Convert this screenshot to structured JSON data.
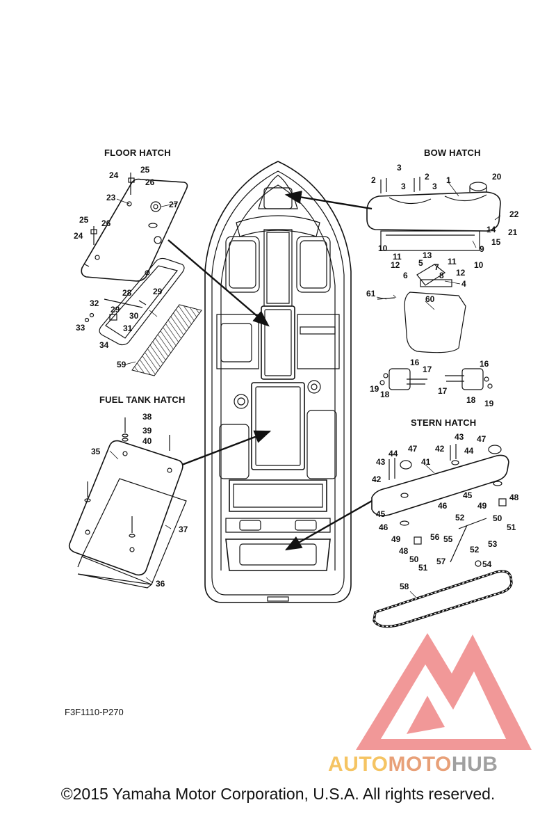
{
  "titles": {
    "floor_hatch": "FLOOR HATCH",
    "bow_hatch": "BOW HATCH",
    "fuel_tank_hatch": "FUEL TANK HATCH",
    "stern_hatch": "STERN HATCH"
  },
  "diagram_code": "F3F1110-P270",
  "copyright": "©2015 Yamaha Motor Corporation, U.S.A. All rights reserved.",
  "watermark": {
    "part1": "AUTO",
    "part2": "MOTO",
    "part3": "HUB",
    "color_logo": "#f08d8d",
    "color_auto": "#f5c463",
    "color_moto": "#e8a078",
    "color_hub": "#a0a0a0"
  },
  "callouts": [
    {
      "n": "1"
    },
    {
      "n": "2"
    },
    {
      "n": "3"
    },
    {
      "n": "4"
    },
    {
      "n": "5"
    },
    {
      "n": "6"
    },
    {
      "n": "7"
    },
    {
      "n": "8"
    },
    {
      "n": "9"
    },
    {
      "n": "10"
    },
    {
      "n": "11"
    },
    {
      "n": "12"
    },
    {
      "n": "13"
    },
    {
      "n": "14"
    },
    {
      "n": "15"
    },
    {
      "n": "16"
    },
    {
      "n": "17"
    },
    {
      "n": "18"
    },
    {
      "n": "19"
    },
    {
      "n": "20"
    },
    {
      "n": "21"
    },
    {
      "n": "22"
    },
    {
      "n": "23"
    },
    {
      "n": "24"
    },
    {
      "n": "25"
    },
    {
      "n": "26"
    },
    {
      "n": "27"
    },
    {
      "n": "28"
    },
    {
      "n": "29"
    },
    {
      "n": "30"
    },
    {
      "n": "31"
    },
    {
      "n": "32"
    },
    {
      "n": "33"
    },
    {
      "n": "34"
    },
    {
      "n": "35"
    },
    {
      "n": "36"
    },
    {
      "n": "37"
    },
    {
      "n": "38"
    },
    {
      "n": "39"
    },
    {
      "n": "40"
    },
    {
      "n": "41"
    },
    {
      "n": "42"
    },
    {
      "n": "43"
    },
    {
      "n": "44"
    },
    {
      "n": "45"
    },
    {
      "n": "46"
    },
    {
      "n": "47"
    },
    {
      "n": "48"
    },
    {
      "n": "49"
    },
    {
      "n": "50"
    },
    {
      "n": "51"
    },
    {
      "n": "52"
    },
    {
      "n": "53"
    },
    {
      "n": "54"
    },
    {
      "n": "55"
    },
    {
      "n": "56"
    },
    {
      "n": "57"
    },
    {
      "n": "58"
    },
    {
      "n": "59"
    },
    {
      "n": "60"
    },
    {
      "n": "61"
    }
  ],
  "repeat_callouts": {
    "r2": "2",
    "r3a": "3",
    "r3b": "3",
    "r10": "10",
    "r11": "11",
    "r12": "12",
    "r16": "16",
    "r17": "17",
    "r18": "18",
    "r19": "19",
    "r24": "24",
    "r25": "25",
    "r26": "26",
    "r29": "29",
    "r42": "42",
    "r43": "43",
    "r44": "44",
    "r45": "45",
    "r46": "46",
    "r47": "47",
    "r48": "48",
    "r49": "49",
    "r50": "50",
    "r51": "51",
    "r52": "52"
  }
}
